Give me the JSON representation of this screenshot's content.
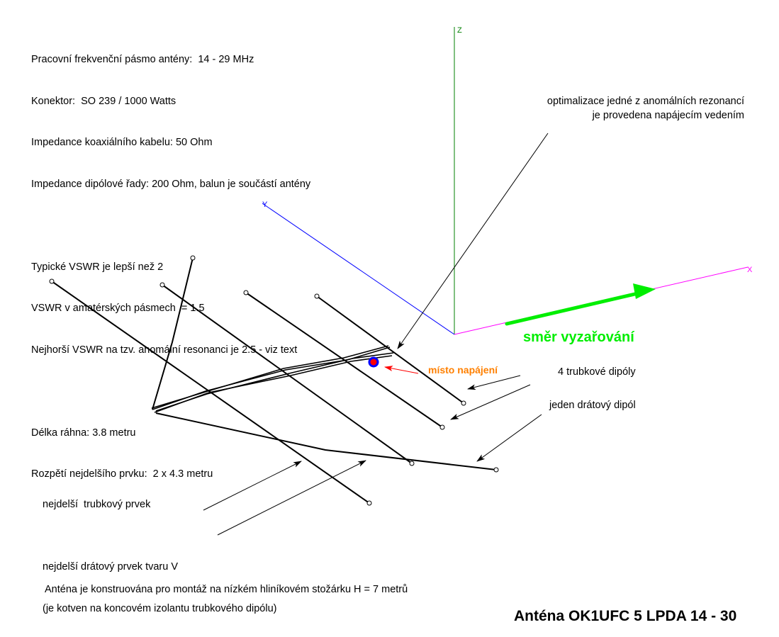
{
  "specs": {
    "lines": [
      "Pracovní frekvenční pásmo antény:  14 - 29 MHz",
      "Konektor:  SO 239 / 1000 Watts",
      "Impedance koaxiálního kabelu: 50 Ohm",
      "Impedance dipólové řady: 200 Ohm, balun je součástí antény",
      "Typické VSWR je lepší než 2",
      "VSWR v amatérských pásmech  = 1.5",
      "Nejhorší VSWR na tzv. anomální resonanci je 2.5 - viz text",
      "Délka ráhna: 3.8 metru",
      "Rozpětí nejdelšího prvku:  2 x 4.3 metru"
    ]
  },
  "axes": {
    "x": "X",
    "y": "Y",
    "z": "Z"
  },
  "labels": {
    "optimization": "optimalizace jedné z anomálních rezonancí je provedena napájecím vedením",
    "direction": "směr vyzařování",
    "feed_point": "místo napájení",
    "tube_dipoles": "4 trubkové dipóly",
    "wire_dipole": "jeden drátový dipól",
    "longest_tube": "nejdelší  trubkový prvek",
    "longest_v_1": "nejdelší drátový prvek tvaru V",
    "longest_v_2": "(je kotven na koncovém izolantu trubkového dipólu)",
    "mast": "Anténa je konstruována pro montáž na nízkém hliníkovém stožárku H = 7 metrů",
    "title": "Anténa OK1UFC 5 LPDA 14 - 30"
  },
  "colors": {
    "x_axis": "#ff00ff",
    "y_axis": "#0000ff",
    "z_axis": "#008000",
    "direction": "#00ee00",
    "feed": "#ff8000"
  }
}
